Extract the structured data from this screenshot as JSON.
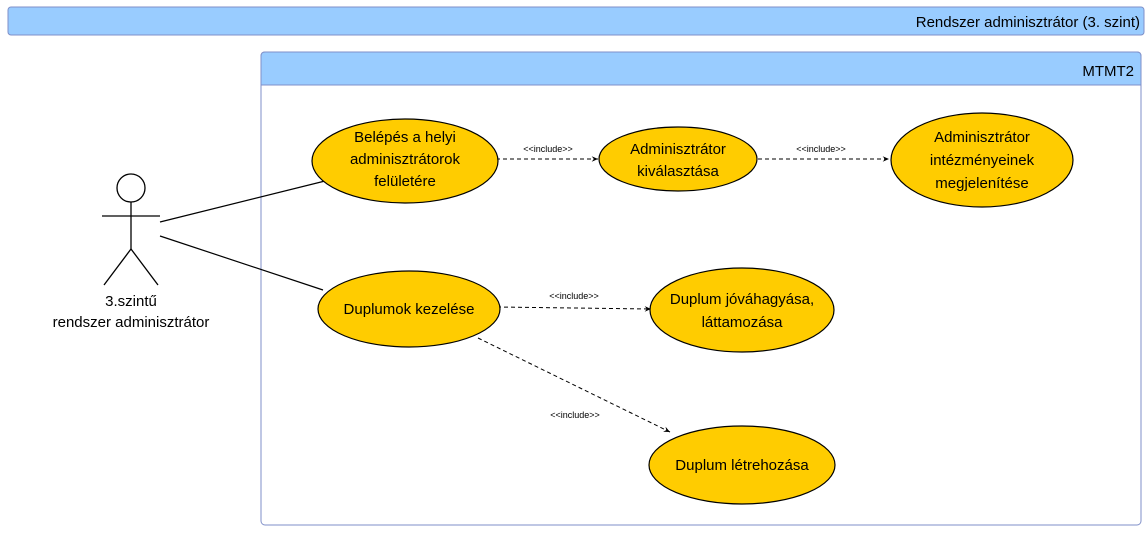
{
  "outer_frame": {
    "title": "Rendszer adminisztrátor (3. szint)"
  },
  "inner_frame": {
    "title": "MTMT2"
  },
  "actor": {
    "label_lines": [
      "3.szintű",
      "rendszer adminisztrátor"
    ]
  },
  "use_cases": {
    "belepes": [
      "Belépés a helyi",
      "adminisztrátorok",
      "felületére"
    ],
    "admin_kivalasztas": [
      "Adminisztrátor",
      "kiválasztása"
    ],
    "intezmenyek": [
      "Adminisztrátor",
      "intézményeinek",
      "megjelenítése"
    ],
    "duplumok": [
      "Duplumok kezelése"
    ],
    "jovahagyas": [
      "Duplum jóváhagyása,",
      "láttamozása"
    ],
    "letrehozas": [
      "Duplum létrehozása"
    ]
  },
  "relations": {
    "include_label": "<<include>>"
  },
  "colors": {
    "header_fill": "#99ccff",
    "use_case_fill": "#ffcc00",
    "frame_stroke": "#7f8fc8"
  }
}
